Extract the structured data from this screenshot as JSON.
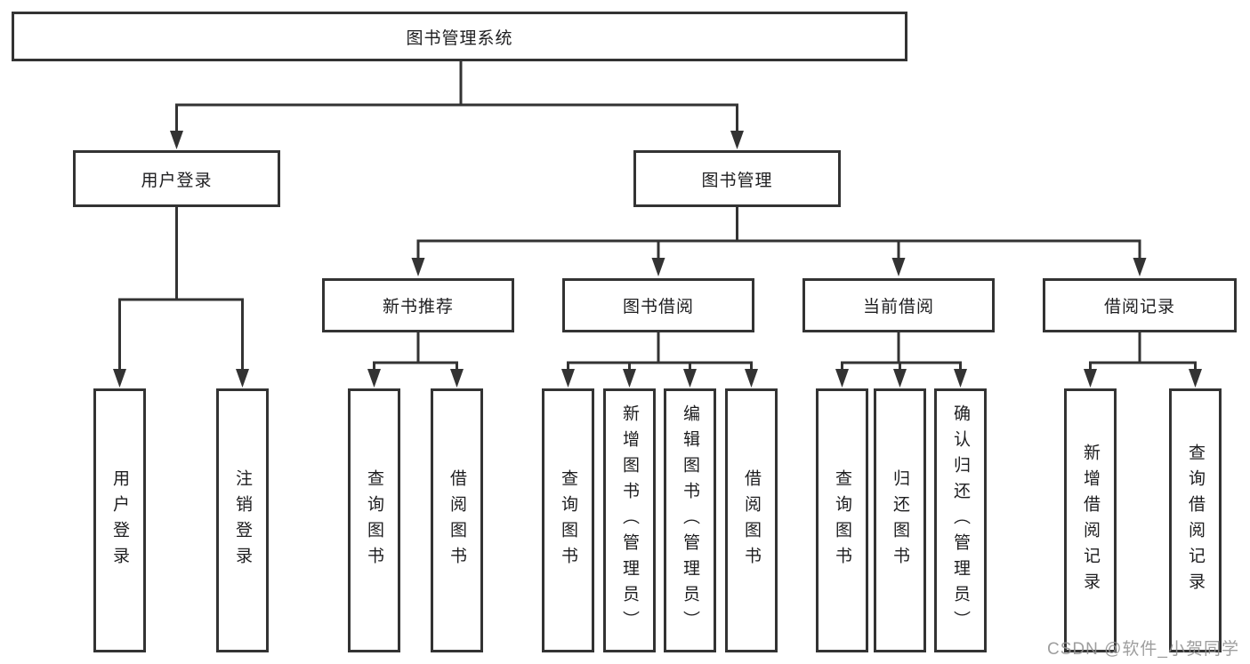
{
  "diagram": {
    "root": {
      "label": "图书管理系统"
    },
    "level2": [
      {
        "id": "user-login",
        "label": "用户登录"
      },
      {
        "id": "book-management",
        "label": "图书管理"
      }
    ],
    "level3": [
      {
        "id": "new-book-recommend",
        "label": "新书推荐"
      },
      {
        "id": "book-borrow",
        "label": "图书借阅"
      },
      {
        "id": "current-borrow",
        "label": "当前借阅"
      },
      {
        "id": "borrow-records",
        "label": "借阅记录"
      }
    ],
    "leaves": [
      {
        "id": "user-login-action",
        "label": "用户登录",
        "parent": "user-login"
      },
      {
        "id": "logout-action",
        "label": "注销登录",
        "parent": "user-login"
      },
      {
        "id": "query-books-recommend",
        "label": "查询图书",
        "parent": "new-book-recommend"
      },
      {
        "id": "borrow-books-recommend",
        "label": "借阅图书",
        "parent": "new-book-recommend"
      },
      {
        "id": "query-books-borrow",
        "label": "查询图书",
        "parent": "book-borrow"
      },
      {
        "id": "add-books-admin",
        "label": "新增图书（管理员）",
        "parent": "book-borrow"
      },
      {
        "id": "edit-books-admin",
        "label": "编辑图书（管理员）",
        "parent": "book-borrow"
      },
      {
        "id": "borrow-books",
        "label": "借阅图书",
        "parent": "book-borrow"
      },
      {
        "id": "query-books-current",
        "label": "查询图书",
        "parent": "current-borrow"
      },
      {
        "id": "return-books",
        "label": "归还图书",
        "parent": "current-borrow"
      },
      {
        "id": "confirm-return-admin",
        "label": "确认归还（管理员）",
        "parent": "current-borrow"
      },
      {
        "id": "add-borrow-record",
        "label": "新增借阅记录",
        "parent": "borrow-records"
      },
      {
        "id": "query-borrow-record",
        "label": "查询借阅记录",
        "parent": "borrow-records"
      }
    ],
    "line_color": "#333333",
    "watermark": {
      "text": "CSDN @软件_小贺同学"
    }
  }
}
